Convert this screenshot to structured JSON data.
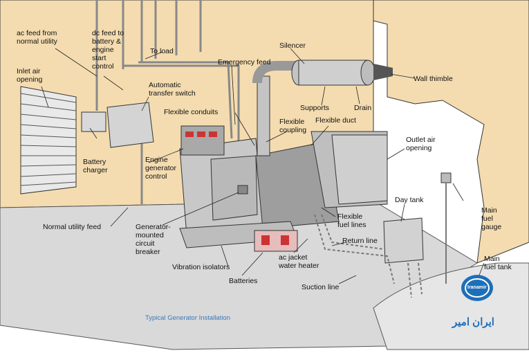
{
  "labels": {
    "ac_feed": [
      "ac feed from",
      "normal utility"
    ],
    "dc_feed": [
      "dc feed to",
      "battery &",
      "engine",
      "start",
      "control"
    ],
    "to_load": "To load",
    "inlet_air": [
      "Inlet air",
      "opening"
    ],
    "automatic_transfer": [
      "Automatic",
      "transfer switch"
    ],
    "emergency_feed": "Emergency feed",
    "silencer": "Silencer",
    "wall_thimble": "Wall thimble",
    "supports": "Supports",
    "drain": "Drain",
    "flexible_conduits": "Flexible conduits",
    "flexible_coupling": [
      "Flexible",
      "coupling"
    ],
    "flexible_duct": "Flexible duct",
    "outlet_air": [
      "Outlet air",
      "opening"
    ],
    "battery_charger": [
      "Battery",
      "charger"
    ],
    "engine_generator_control": [
      "Engine",
      "generator",
      "control"
    ],
    "day_tank": "Day tank",
    "main_fuel_gauge": [
      "Main",
      "fuel",
      "gauge"
    ],
    "normal_utility_feed": "Normal utility feed",
    "generator_breaker": [
      "Generator-",
      "mounted",
      "circuit",
      "breaker"
    ],
    "flexible_fuel_lines": [
      "Flexible",
      "fuel lines"
    ],
    "return_line": "Return line",
    "ac_jacket": [
      "ac jacket",
      "water heater"
    ],
    "vibration_isolators": "Vibration isolators",
    "batteries": "Batteries",
    "suction_line": "Suction line",
    "main_fuel_tank": [
      "Main",
      "fuel tank"
    ]
  },
  "caption": "Typical Generator Installation",
  "logo": {
    "name": "ایران امیر",
    "badge": "Iranamir"
  },
  "colors": {
    "wall": "#f4dcb0",
    "floor": "#d9d9d9",
    "metal": "#c4c4c4",
    "caption": "#3a78b8",
    "logo": "#1d6fb8"
  }
}
